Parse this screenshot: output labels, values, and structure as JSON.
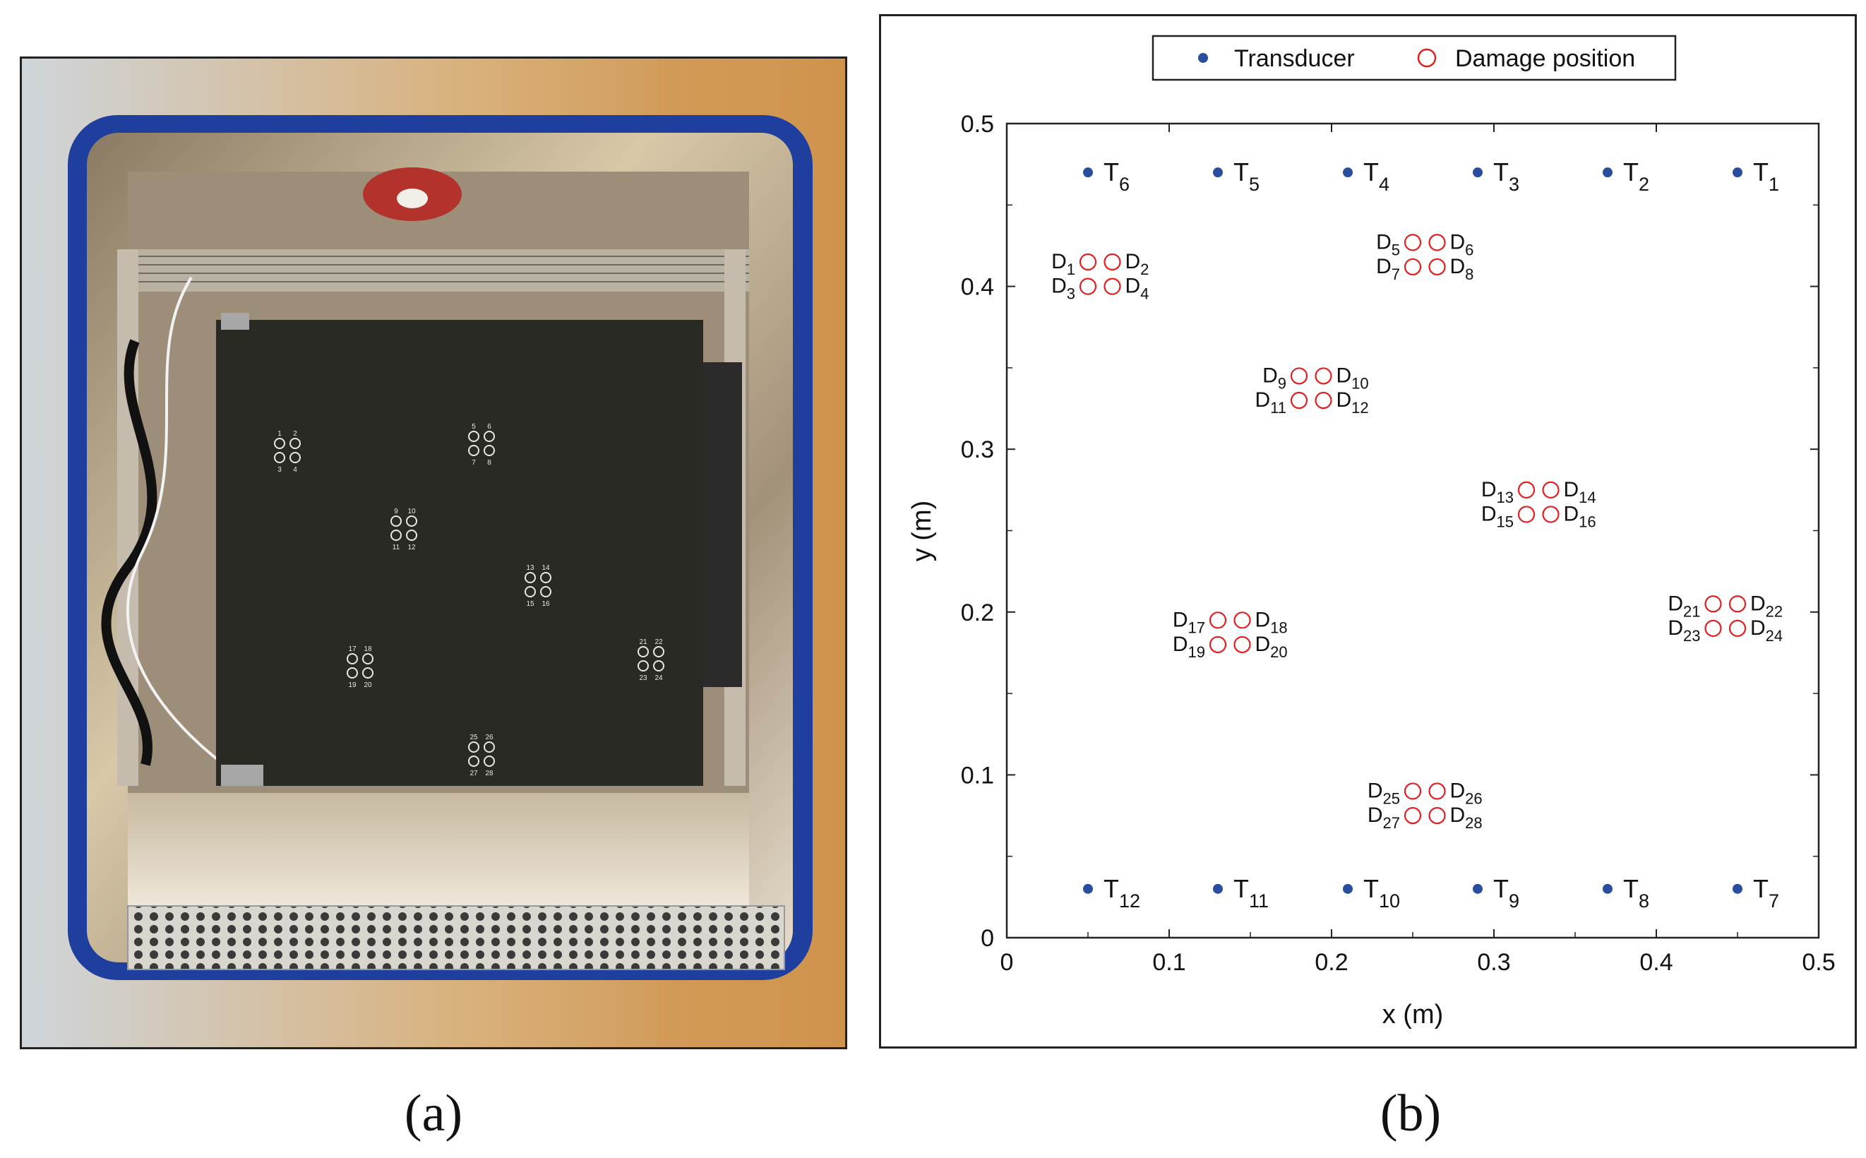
{
  "captions": {
    "a": "(a)",
    "b": "(b)"
  },
  "photo": {
    "plate_labels": [
      "1",
      "2",
      "3",
      "4",
      "5",
      "6",
      "7",
      "8",
      "9",
      "10",
      "11",
      "12",
      "13",
      "14",
      "15",
      "16",
      "17",
      "18",
      "19",
      "20",
      "21",
      "22",
      "23",
      "24",
      "25",
      "26",
      "27",
      "28"
    ]
  },
  "colors": {
    "transducer": "#2a4d9e",
    "damage": "#e02020",
    "frame": "#1f3f9e",
    "plate": "#2a2a24"
  },
  "chart_data": {
    "type": "scatter",
    "xlabel": "x (m)",
    "ylabel": "y (m)",
    "xlim": [
      0,
      0.5
    ],
    "ylim": [
      0,
      0.5
    ],
    "xticks": [
      "0",
      "0.1",
      "0.2",
      "0.3",
      "0.4",
      "0.5"
    ],
    "yticks": [
      "0",
      "0.1",
      "0.2",
      "0.3",
      "0.4",
      "0.5"
    ],
    "xtick_values": [
      0,
      0.1,
      0.2,
      0.3,
      0.4,
      0.5
    ],
    "ytick_values": [
      0,
      0.1,
      0.2,
      0.3,
      0.4,
      0.5
    ],
    "legend_position": "top, outside plot area",
    "legend": [
      "Transducer",
      "Damage position"
    ],
    "series": [
      {
        "name": "Transducer",
        "marker": "filled-dot",
        "points": [
          {
            "label": "T",
            "sub": "1",
            "x": 0.45,
            "y": 0.47
          },
          {
            "label": "T",
            "sub": "2",
            "x": 0.37,
            "y": 0.47
          },
          {
            "label": "T",
            "sub": "3",
            "x": 0.29,
            "y": 0.47
          },
          {
            "label": "T",
            "sub": "4",
            "x": 0.21,
            "y": 0.47
          },
          {
            "label": "T",
            "sub": "5",
            "x": 0.13,
            "y": 0.47
          },
          {
            "label": "T",
            "sub": "6",
            "x": 0.05,
            "y": 0.47
          },
          {
            "label": "T",
            "sub": "7",
            "x": 0.45,
            "y": 0.03
          },
          {
            "label": "T",
            "sub": "8",
            "x": 0.37,
            "y": 0.03
          },
          {
            "label": "T",
            "sub": "9",
            "x": 0.29,
            "y": 0.03
          },
          {
            "label": "T",
            "sub": "10",
            "x": 0.21,
            "y": 0.03
          },
          {
            "label": "T",
            "sub": "11",
            "x": 0.13,
            "y": 0.03
          },
          {
            "label": "T",
            "sub": "12",
            "x": 0.05,
            "y": 0.03
          }
        ]
      },
      {
        "name": "Damage position",
        "marker": "open-circle",
        "points": [
          {
            "label": "D",
            "sub": "1",
            "x": 0.05,
            "y": 0.415
          },
          {
            "label": "D",
            "sub": "2",
            "x": 0.065,
            "y": 0.415
          },
          {
            "label": "D",
            "sub": "3",
            "x": 0.05,
            "y": 0.4
          },
          {
            "label": "D",
            "sub": "4",
            "x": 0.065,
            "y": 0.4
          },
          {
            "label": "D",
            "sub": "5",
            "x": 0.25,
            "y": 0.427
          },
          {
            "label": "D",
            "sub": "6",
            "x": 0.265,
            "y": 0.427
          },
          {
            "label": "D",
            "sub": "7",
            "x": 0.25,
            "y": 0.412
          },
          {
            "label": "D",
            "sub": "8",
            "x": 0.265,
            "y": 0.412
          },
          {
            "label": "D",
            "sub": "9",
            "x": 0.18,
            "y": 0.345
          },
          {
            "label": "D",
            "sub": "10",
            "x": 0.195,
            "y": 0.345
          },
          {
            "label": "D",
            "sub": "11",
            "x": 0.18,
            "y": 0.33
          },
          {
            "label": "D",
            "sub": "12",
            "x": 0.195,
            "y": 0.33
          },
          {
            "label": "D",
            "sub": "13",
            "x": 0.32,
            "y": 0.275
          },
          {
            "label": "D",
            "sub": "14",
            "x": 0.335,
            "y": 0.275
          },
          {
            "label": "D",
            "sub": "15",
            "x": 0.32,
            "y": 0.26
          },
          {
            "label": "D",
            "sub": "16",
            "x": 0.335,
            "y": 0.26
          },
          {
            "label": "D",
            "sub": "17",
            "x": 0.13,
            "y": 0.195
          },
          {
            "label": "D",
            "sub": "18",
            "x": 0.145,
            "y": 0.195
          },
          {
            "label": "D",
            "sub": "19",
            "x": 0.13,
            "y": 0.18
          },
          {
            "label": "D",
            "sub": "20",
            "x": 0.145,
            "y": 0.18
          },
          {
            "label": "D",
            "sub": "21",
            "x": 0.435,
            "y": 0.205
          },
          {
            "label": "D",
            "sub": "22",
            "x": 0.45,
            "y": 0.205
          },
          {
            "label": "D",
            "sub": "23",
            "x": 0.435,
            "y": 0.19
          },
          {
            "label": "D",
            "sub": "24",
            "x": 0.45,
            "y": 0.19
          },
          {
            "label": "D",
            "sub": "25",
            "x": 0.25,
            "y": 0.09
          },
          {
            "label": "D",
            "sub": "26",
            "x": 0.265,
            "y": 0.09
          },
          {
            "label": "D",
            "sub": "27",
            "x": 0.25,
            "y": 0.075
          },
          {
            "label": "D",
            "sub": "28",
            "x": 0.265,
            "y": 0.075
          }
        ]
      }
    ]
  }
}
